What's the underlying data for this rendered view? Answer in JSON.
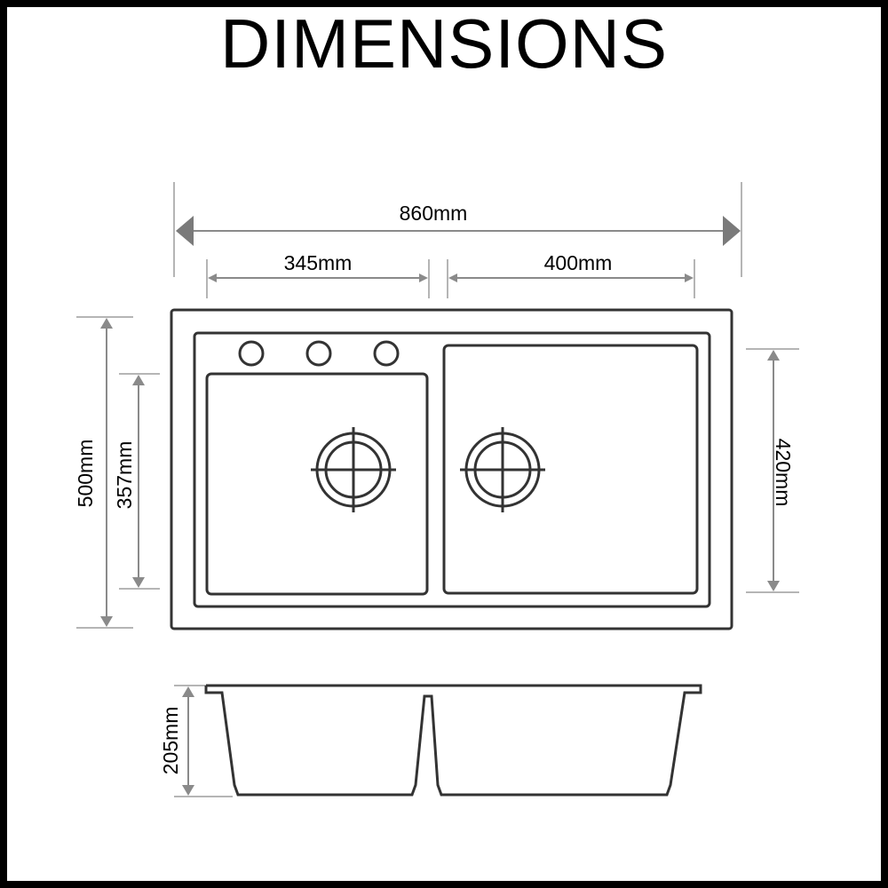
{
  "title": "DIMENSIONS",
  "dimensions": {
    "overall_width": "860mm",
    "left_bowl_width": "345mm",
    "right_bowl_width": "400mm",
    "overall_depth": "500mm",
    "left_bowl_depth": "357mm",
    "right_bowl_depth": "420mm",
    "bowl_height": "205mm"
  },
  "colors": {
    "outline": "#333333",
    "dimension_line": "#8a8a8a",
    "frame": "#000000"
  }
}
